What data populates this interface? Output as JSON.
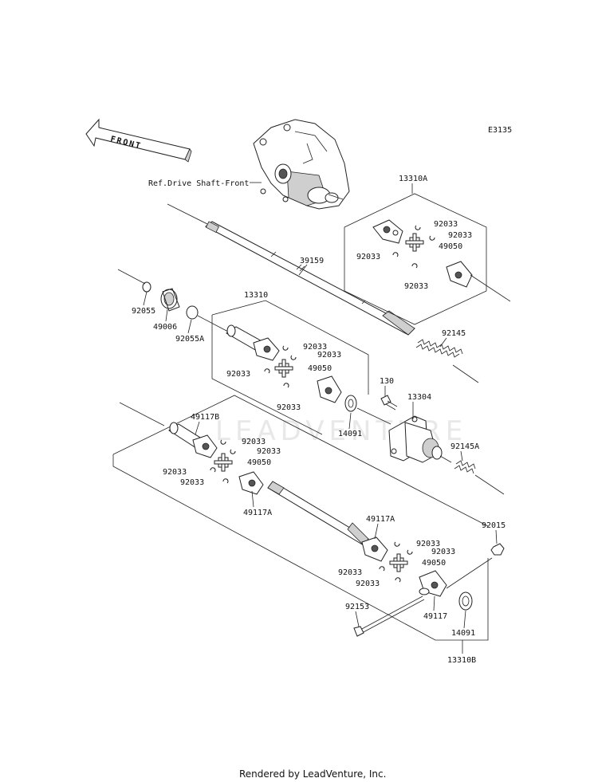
{
  "diagram_code": "E3135",
  "front_marker": "FRONT",
  "reference_label": "Ref.Drive Shaft-Front",
  "watermark": "LEADVENTURE",
  "footer": "Rendered by LeadVenture, Inc.",
  "labels": {
    "p13310A": "13310A",
    "p39159": "39159",
    "p92055": "92055",
    "p49006": "49006",
    "p92055A": "92055A",
    "p13310": "13310",
    "p92145": "92145",
    "p130": "130",
    "p13304": "13304",
    "p14091_top": "14091",
    "p92145A": "92145A",
    "p49117B": "49117B",
    "p49117A_left": "49117A",
    "p49117A_right": "49117A",
    "p49117": "49117",
    "p92015": "92015",
    "p92153": "92153",
    "p14091_bottom": "14091",
    "p13310B": "13310B",
    "p92033": "92033",
    "p49050": "49050"
  }
}
